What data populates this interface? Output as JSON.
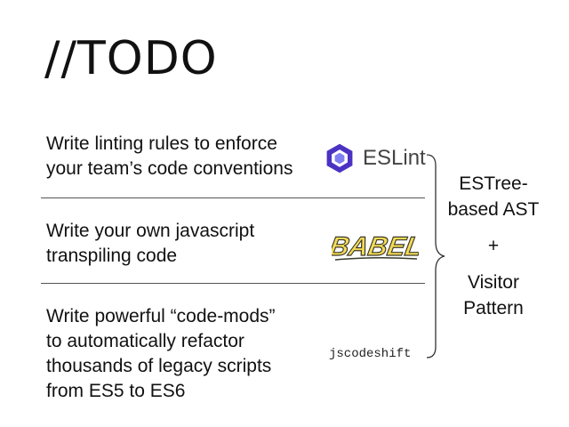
{
  "slide": {
    "title": "//TODO",
    "rows": [
      {
        "lines": [
          "Write linting rules to enforce",
          "your team’s code conventions"
        ],
        "logo": "eslint-logo",
        "logo_text": "ESLint"
      },
      {
        "lines": [
          "Write your own javascript",
          "transpiling code"
        ],
        "logo": "babel-logo",
        "logo_text": "BABEL"
      },
      {
        "lines": [
          "Write powerful “code-mods”",
          "to automatically refactor",
          "thousands of legacy scripts",
          "from ES5 to ES6"
        ],
        "logo": "none",
        "logo_text": "jscodeshift"
      }
    ],
    "summary": {
      "line1": "ESTree-",
      "line2": "based AST",
      "plus": "+",
      "line3": "Visitor",
      "line4": "Pattern"
    }
  },
  "colors": {
    "eslint_purple": "#4B32C3",
    "eslint_purple_light": "#8080F2",
    "babel_yellow": "#F5DA55"
  }
}
